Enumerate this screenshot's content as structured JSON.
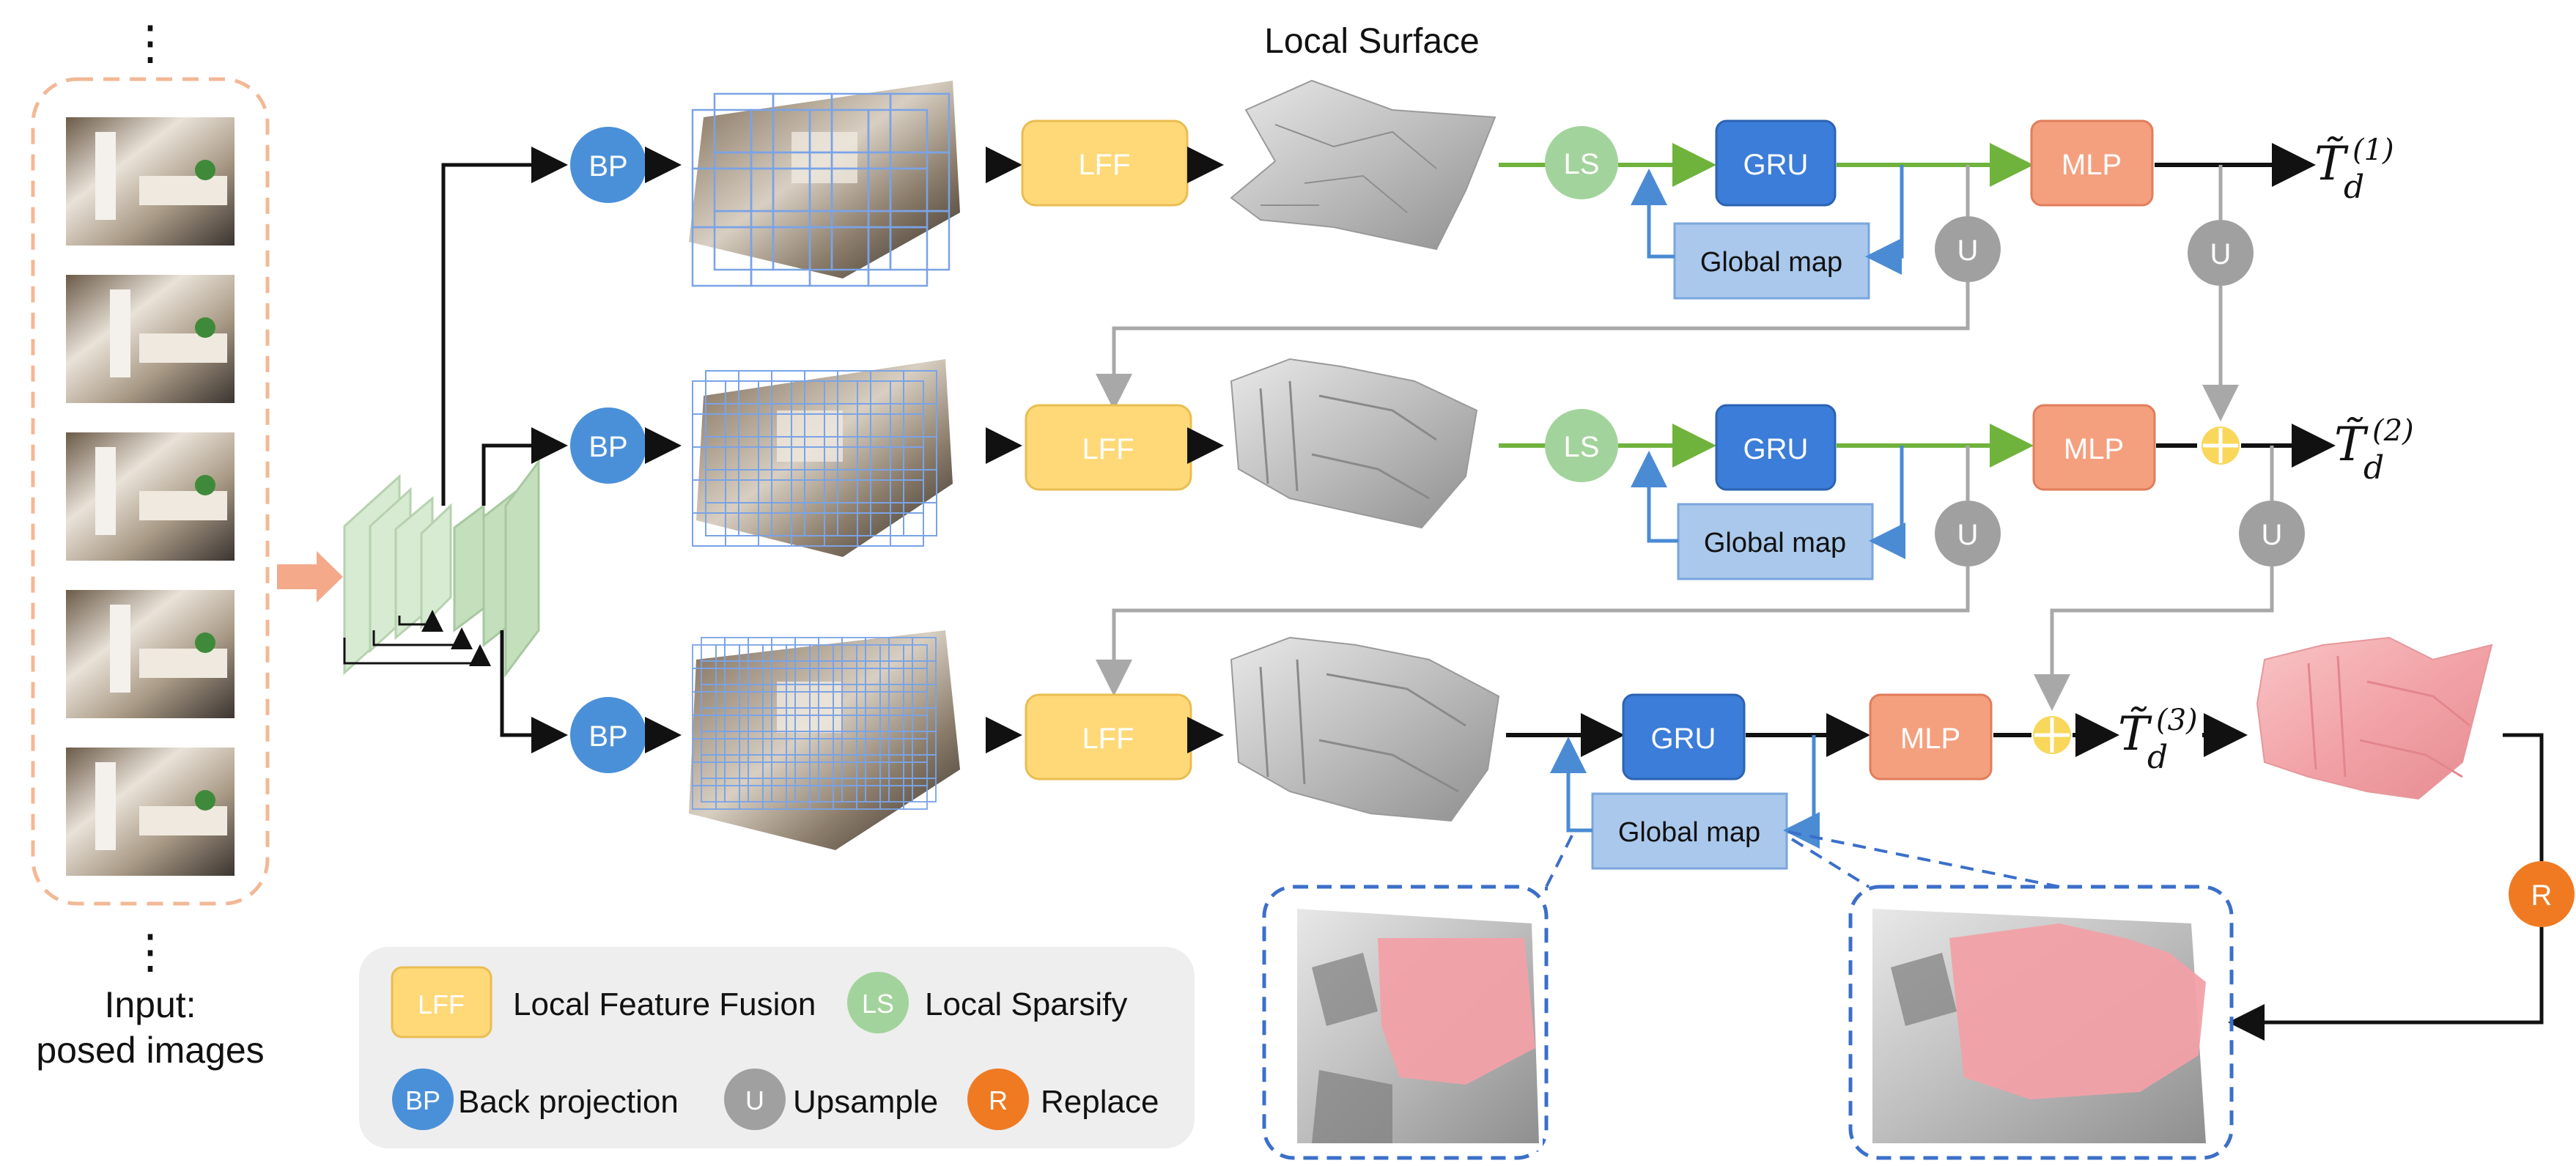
{
  "top": {
    "ellipsis": "⋮",
    "local_surface": "Local Surface"
  },
  "input": {
    "label_line1": "Input:",
    "label_line2": "posed images",
    "image_count": 5
  },
  "nodes": {
    "bp": "BP",
    "lff": "LFF",
    "ls": "LS",
    "gru": "GRU",
    "mlp": "MLP",
    "global_map": "Global map",
    "u": "U",
    "r": "R"
  },
  "outputs": {
    "t1_base": "T̃",
    "t1_sub": "d",
    "t1_sup": "(1)",
    "t2_sup": "(2)",
    "t3_sup": "(3)"
  },
  "legend": {
    "lff_key": "LFF",
    "lff_text": "Local Feature Fusion",
    "ls_key": "LS",
    "ls_text": "Local Sparsify",
    "bp_key": "BP",
    "bp_text": "Back projection",
    "u_key": "U",
    "u_text": "Upsample",
    "r_key": "R",
    "r_text": "Replace"
  },
  "colors": {
    "bp_blue": "#4a90d9",
    "lff_yellow": "#ffd978",
    "ls_green": "#a3d39c",
    "gru_blue": "#3b7dd8",
    "mlp_salmon": "#f4a07f",
    "global_map": "#a9c8ec",
    "u_gray": "#a0a0a0",
    "r_orange": "#ef7a22",
    "green_line": "#6fb33c",
    "blue_line": "#4a8bd4",
    "input_border": "#f2b896",
    "plus_yellow": "#f8d75a"
  }
}
